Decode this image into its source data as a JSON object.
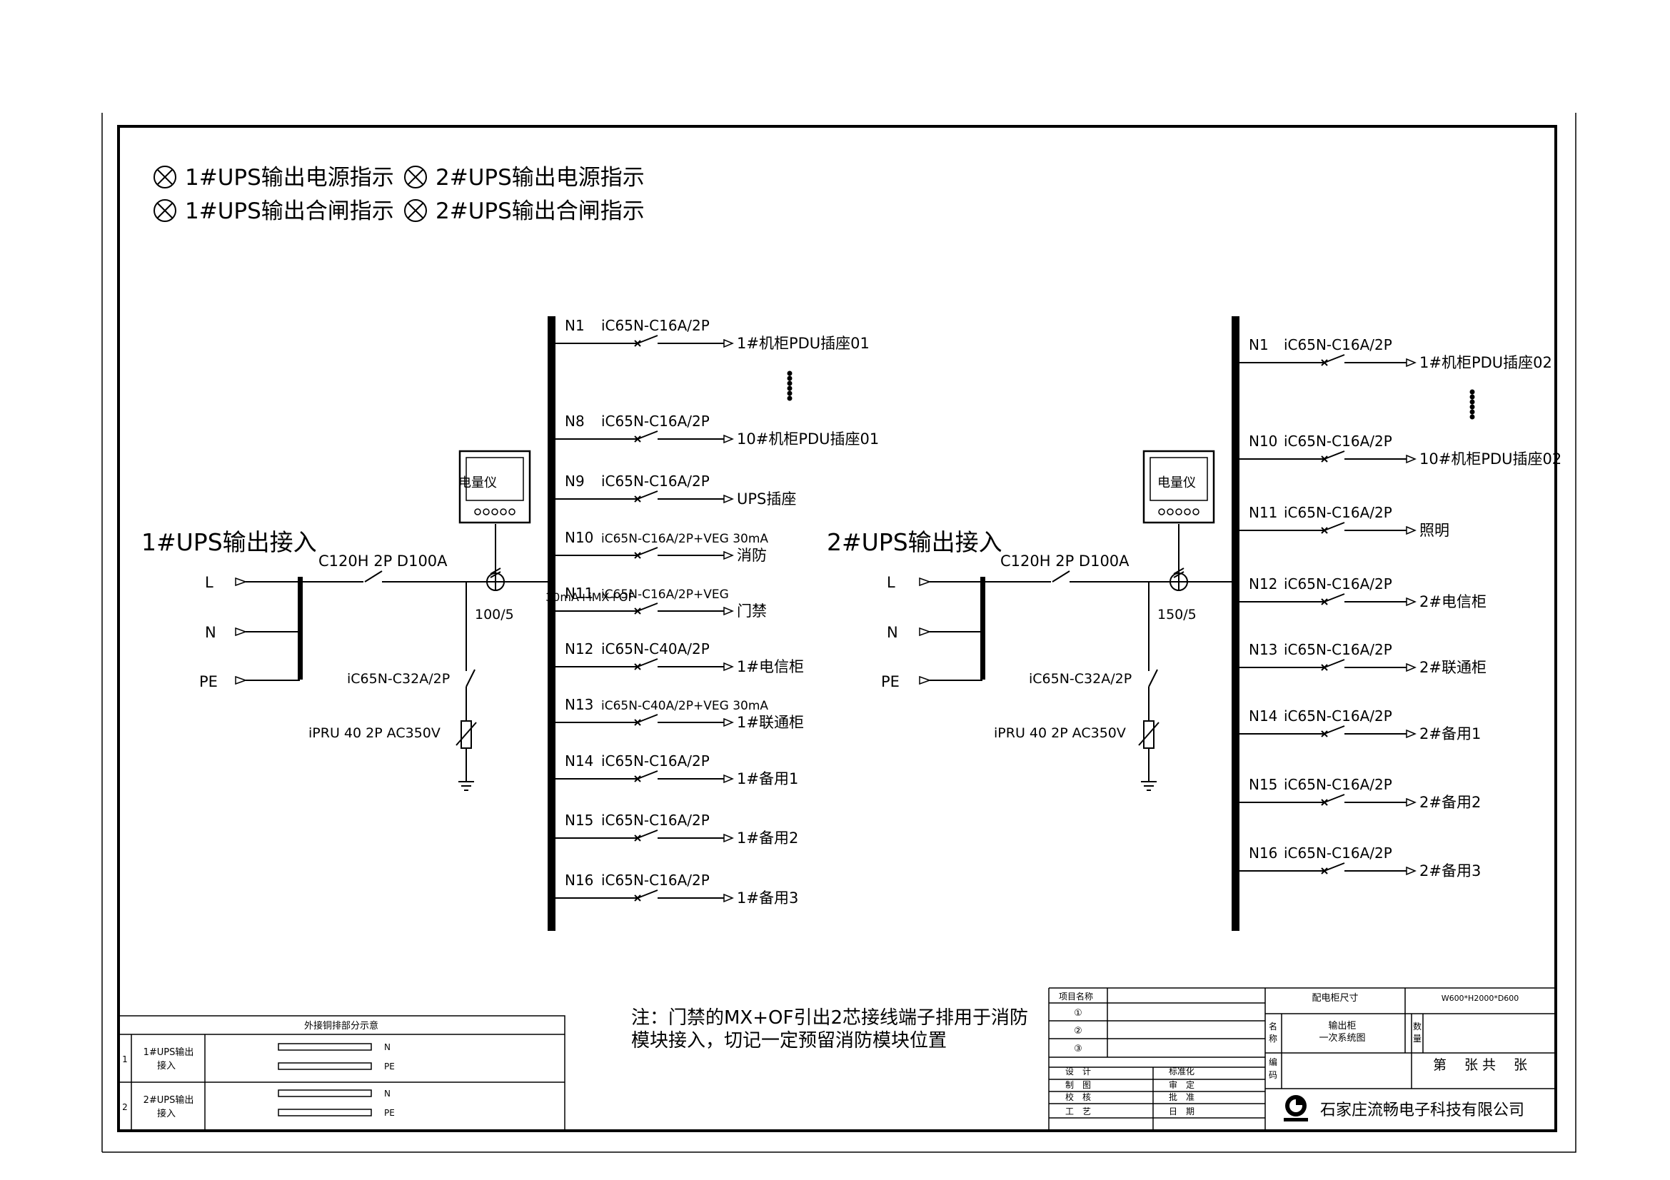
{
  "legend": {
    "items": [
      "1#UPS输出电源指示",
      "2#UPS输出电源指示",
      "1#UPS输出合闸指示",
      "2#UPS输出合闸指示"
    ]
  },
  "left": {
    "input_title": "1#UPS输出接入",
    "phases": [
      "L",
      "N",
      "PE"
    ],
    "main_breaker": "C120H 2P D100A",
    "meter_label": "电量仪",
    "ct_ratio": "100/5",
    "spd_breaker": "iC65N-C32A/2P",
    "spd": "iPRU 40 2P AC350V",
    "circuits": [
      {
        "id": "N1",
        "breaker": "iC65N-C16A/2P",
        "load": "1#机柜PDU插座01"
      },
      {
        "id": "N8",
        "breaker": "iC65N-C16A/2P",
        "load": "10#机柜PDU插座01"
      },
      {
        "id": "N9",
        "breaker": "iC65N-C16A/2P",
        "load": "UPS插座"
      },
      {
        "id": "N10",
        "breaker": "iC65N-C16A/2P+VEG 30mA",
        "load": "消防"
      },
      {
        "id": "N11",
        "breaker": "iC65N-C16A/2P+VEG",
        "breaker2": "30mA+iMX+OF",
        "load": "门禁"
      },
      {
        "id": "N12",
        "breaker": "iC65N-C40A/2P",
        "load": "1#电信柜"
      },
      {
        "id": "N13",
        "breaker": "iC65N-C40A/2P+VEG 30mA",
        "load": "1#联通柜"
      },
      {
        "id": "N14",
        "breaker": "iC65N-C16A/2P",
        "load": "1#备用1"
      },
      {
        "id": "N15",
        "breaker": "iC65N-C16A/2P",
        "load": "1#备用2"
      },
      {
        "id": "N16",
        "breaker": "iC65N-C16A/2P",
        "load": "1#备用3"
      }
    ]
  },
  "right": {
    "input_title": "2#UPS输出接入",
    "phases": [
      "L",
      "N",
      "PE"
    ],
    "main_breaker": "C120H 2P D100A",
    "meter_label": "电量仪",
    "ct_ratio": "150/5",
    "spd_breaker": "iC65N-C32A/2P",
    "spd": "iPRU 40 2P AC350V",
    "circuits": [
      {
        "id": "N1",
        "breaker": "iC65N-C16A/2P",
        "load": "1#机柜PDU插座02"
      },
      {
        "id": "N10",
        "breaker": "iC65N-C16A/2P",
        "load": "10#机柜PDU插座02"
      },
      {
        "id": "N11",
        "breaker": "iC65N-C16A/2P",
        "load": "照明"
      },
      {
        "id": "N12",
        "breaker": "iC65N-C16A/2P",
        "load": "2#电信柜"
      },
      {
        "id": "N13",
        "breaker": "iC65N-C16A/2P",
        "load": "2#联通柜"
      },
      {
        "id": "N14",
        "breaker": "iC65N-C16A/2P",
        "load": "2#备用1"
      },
      {
        "id": "N15",
        "breaker": "iC65N-C16A/2P",
        "load": "2#备用2"
      },
      {
        "id": "N16",
        "breaker": "iC65N-C16A/2P",
        "load": "2#备用3"
      }
    ]
  },
  "note": {
    "line1": "注：门禁的MX+OF引出2芯接线端子排用于消防",
    "line2": "模块接入，切记一定预留消防模块位置"
  },
  "busbar_table": {
    "title": "外接铜排部分示意",
    "rows": [
      {
        "no": "1",
        "name1": "1#UPS输出",
        "name2": "接入",
        "bars": [
          "N",
          "PE"
        ]
      },
      {
        "no": "2",
        "name1": "2#UPS输出",
        "name2": "接入",
        "bars": [
          "N",
          "PE"
        ]
      }
    ]
  },
  "title_block": {
    "project_label": "项目名称",
    "rev": [
      "①",
      "②",
      "③"
    ],
    "size_label": "配电柜尺寸",
    "size_value": "W600*H2000*D600",
    "name_label": [
      "名",
      "称"
    ],
    "name_value": [
      "输出柜",
      "一次系统图"
    ],
    "qty_label": [
      "数",
      "量"
    ],
    "code_label": [
      "编",
      "码"
    ],
    "sheet": "第　 张 共　 张",
    "roles_left": [
      "设　计",
      "制　图",
      "校　核",
      "工　艺"
    ],
    "roles_right": [
      "标准化",
      "审　定",
      "批　准",
      "日　期"
    ],
    "company": "石家庄流畅电子科技有限公司"
  }
}
